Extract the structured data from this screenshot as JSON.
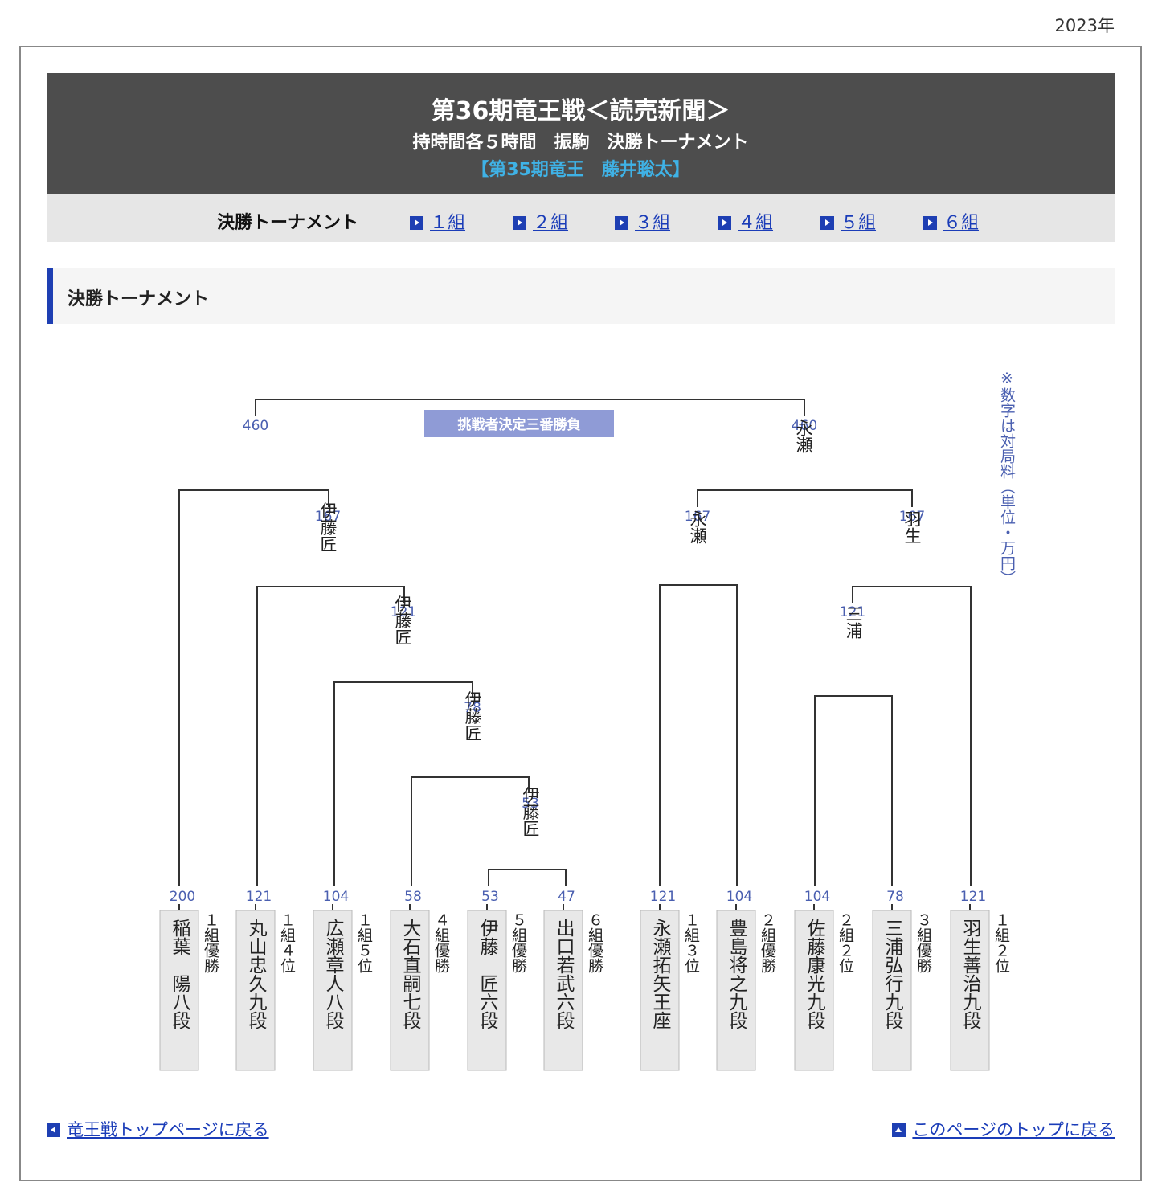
{
  "year": "2023年",
  "header": {
    "title": "第36期竜王戦＜読売新聞＞",
    "subtitle": "持時間各５時間　振駒　決勝トーナメント",
    "holder": "【第35期竜王　藤井聡太】"
  },
  "nav": {
    "current": "決勝トーナメント",
    "links": [
      "１組",
      "２組",
      "３組",
      "４組",
      "５組",
      "６組"
    ]
  },
  "section_title": "決勝トーナメント",
  "bracket": {
    "note": "※数字は対局料（単位・万円）",
    "final_label": "挑戦者決定三番勝負",
    "fees": {
      "final_left": "460",
      "final_right": "460",
      "sf_left": "167",
      "sf_right_a": "167",
      "sf_right_b": "167",
      "qf_left": "121",
      "qf_right": "121",
      "r3": "78",
      "r2": "53"
    },
    "winners": {
      "final_right": "永瀬",
      "sf_left": "伊藤匠",
      "sf_right_a": "永瀬",
      "sf_right_b": "羽生",
      "qf_left": "伊藤匠",
      "qf_right": "三浦",
      "r3": "伊藤匠",
      "r2": "伊藤匠"
    },
    "players": [
      {
        "fee": "200",
        "name": "稲葉　陽八段",
        "seed": "１組優勝"
      },
      {
        "fee": "121",
        "name": "丸山忠久九段",
        "seed": "１組４位"
      },
      {
        "fee": "104",
        "name": "広瀬章人八段",
        "seed": "１組５位"
      },
      {
        "fee": "58",
        "name": "大石直嗣七段",
        "seed": "４組優勝"
      },
      {
        "fee": "53",
        "name": "伊藤　匠六段",
        "seed": "５組優勝"
      },
      {
        "fee": "47",
        "name": "出口若武六段",
        "seed": "６組優勝"
      },
      {
        "fee": "121",
        "name": "永瀬拓矢王座",
        "seed": "１組３位"
      },
      {
        "fee": "104",
        "name": "豊島将之九段",
        "seed": "２組優勝"
      },
      {
        "fee": "104",
        "name": "佐藤康光九段",
        "seed": "２組２位"
      },
      {
        "fee": "78",
        "name": "三浦弘行九段",
        "seed": "３組優勝"
      },
      {
        "fee": "121",
        "name": "羽生善治九段",
        "seed": "１組２位"
      }
    ]
  },
  "footer": {
    "back_link": "竜王戦トップページに戻る",
    "top_link": "このページのトップに戻る"
  }
}
